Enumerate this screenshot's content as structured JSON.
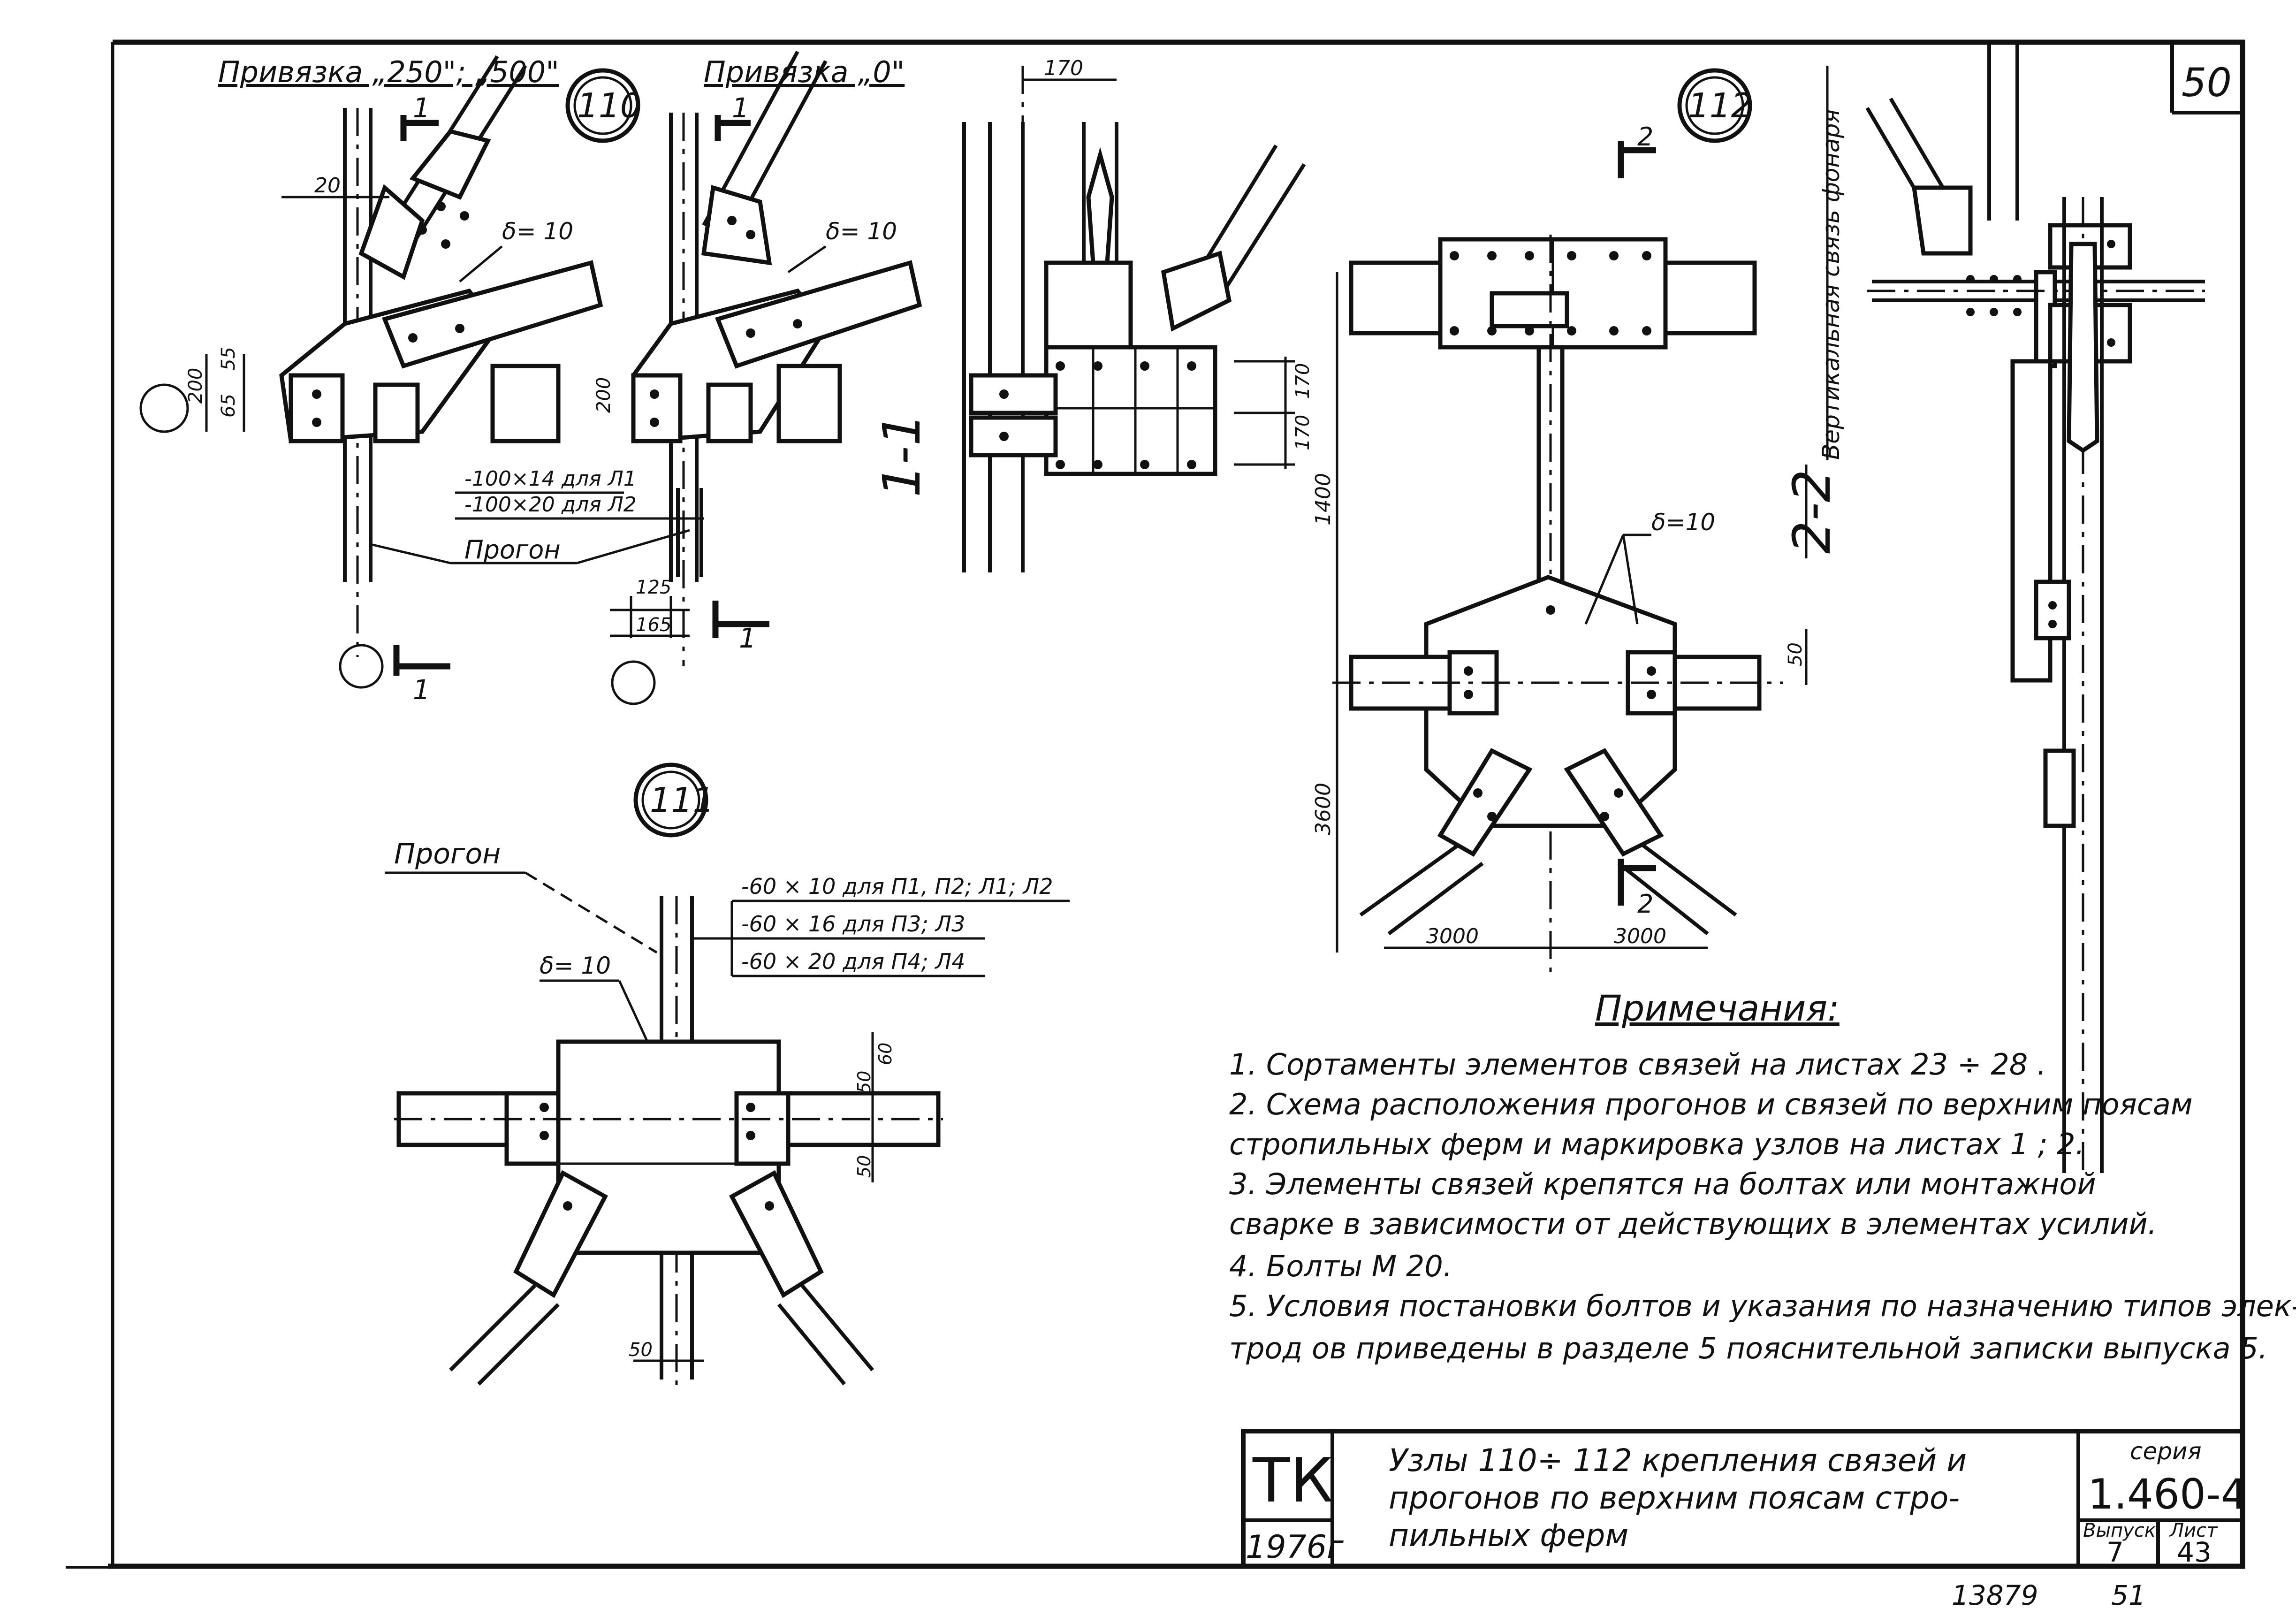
{
  "sheet_corner_number": "50",
  "node_110": {
    "badge": "110",
    "title_left": "Привязка „250\"; „500\"",
    "title_right": "Привязка „0\"",
    "section_mark": "1",
    "thickness_left": "δ= 10",
    "thickness_right": "δ= 10",
    "dim_20": "20",
    "dim_200_left": "200",
    "dim_65": "65",
    "dim_55": "55",
    "dim_200_right": "200",
    "dim_125": "125",
    "dim_165": "165",
    "note_l1": "-100×14 для Л1",
    "note_l2": "-100×20 для Л2",
    "purlin_label": "Прогон"
  },
  "section_1_1": {
    "label": "1-1",
    "dim_170_top": "170",
    "dim_170_a": "170",
    "dim_170_b": "170"
  },
  "node_112": {
    "badge": "112",
    "section_mark": "2",
    "thickness": "δ=10",
    "dim_1400": "1400",
    "dim_3600": "3600",
    "dim_50": "50",
    "dim_3000_left": "3000",
    "dim_3000_right": "3000"
  },
  "section_2_2": {
    "label": "2-2",
    "vertical_note": "Вертикальная связь фонаря"
  },
  "node_111": {
    "badge": "111",
    "purlin_label": "Прогон",
    "thickness": "δ= 10",
    "plate_1": "-60 × 10  для  П1, П2; Л1; Л2",
    "plate_2": "-60 × 16  для  П3; Л3",
    "plate_3": "-60 × 20  для  П4; Л4",
    "dim_50_top": "50",
    "dim_60": "60",
    "dim_50_mid": "50",
    "dim_50_bottom": "50"
  },
  "notes": {
    "heading": "Примечания:",
    "items": [
      "1.  Сортаменты  элементов  связей  на  листах  23 ÷ 28 .",
      "2.  Схема  расположения  прогонов  и  связей  по  верхним  поясам",
      "     стропильных  ферм  и  маркировка  узлов  на  листах  1 ; 2.",
      "3.  Элементы  связей  крепятся  на  болтах  или  монтажной",
      "     сварке  в  зависимости  от  действующих  в  элементах  усилий.",
      "4.  Болты  М 20.",
      "5.  Условия  постановки  болтов и указания  по  назначению  типов  элек-",
      "трод ов  приведены  в  разделе  5  пояснительной  записки  выпуска  5."
    ]
  },
  "title_block": {
    "org": "ТК",
    "year": "1976г",
    "title_line1": "Узлы 110÷ 112 крепления связей и",
    "title_line2": "прогонов по верхним поясам стро-",
    "title_line3": "пильных ферм",
    "series_label": "серия",
    "series_value": "1.460-4",
    "issue_label": "Выпуск",
    "issue_value": "7",
    "sheet_label": "Лист",
    "sheet_value": "43"
  },
  "footer": {
    "stamp_left": "13879",
    "stamp_right": "51"
  }
}
